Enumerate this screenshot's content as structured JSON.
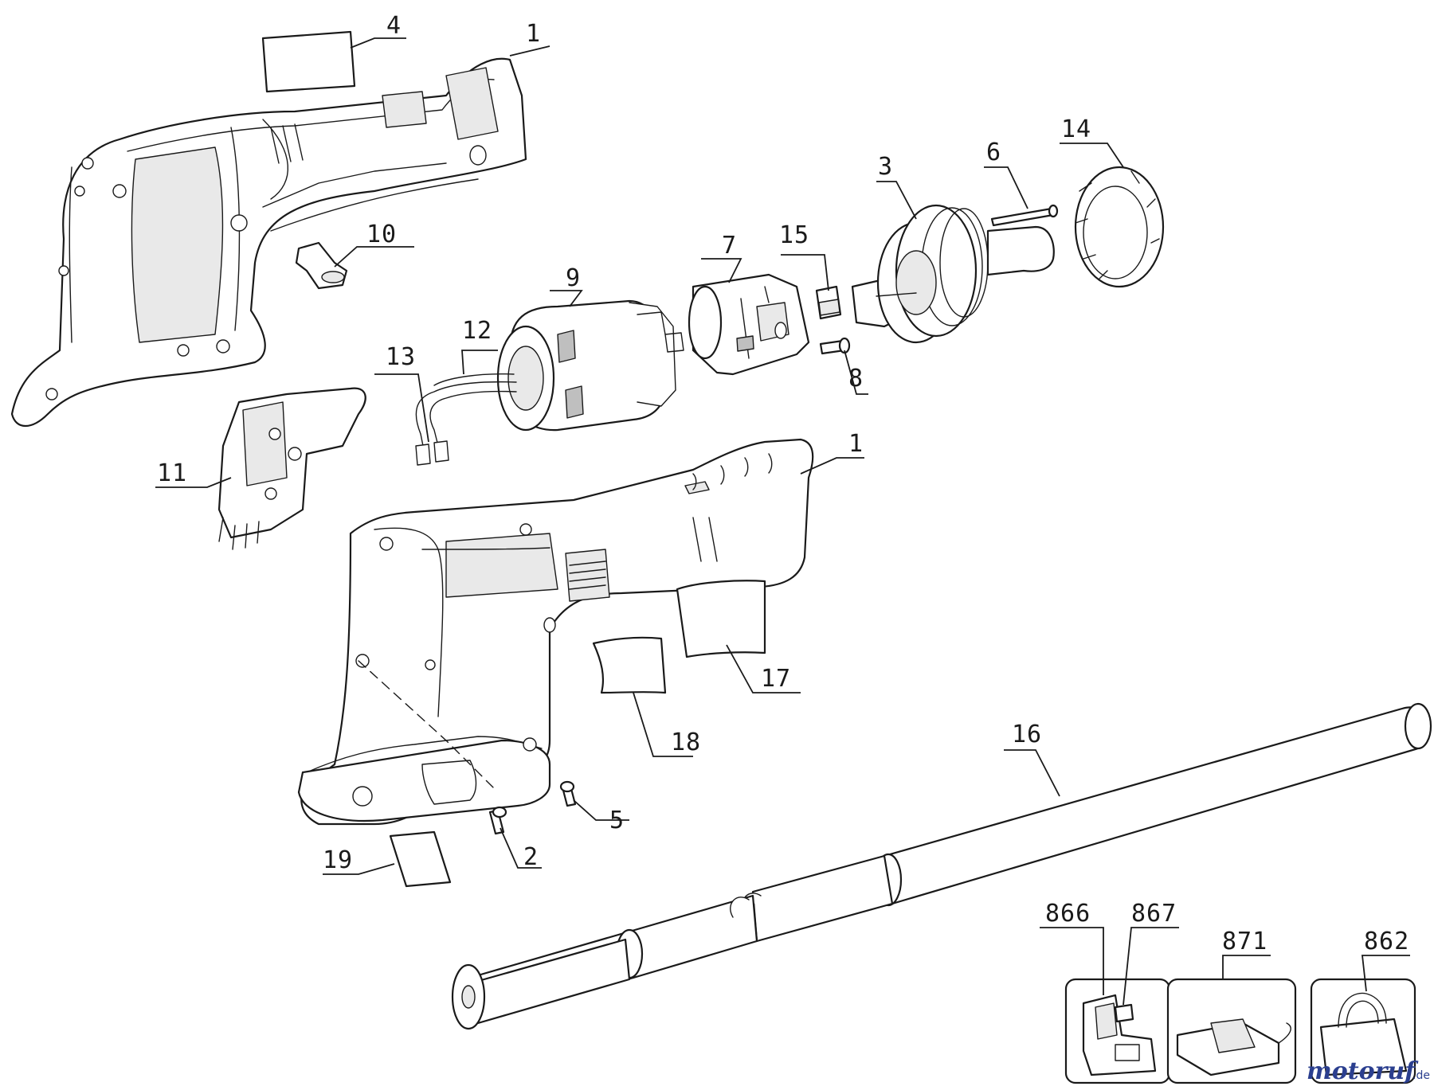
{
  "callouts": [
    {
      "id": "c1a",
      "label": "1"
    },
    {
      "id": "c4",
      "label": "4"
    },
    {
      "id": "c10",
      "label": "10"
    },
    {
      "id": "c9",
      "label": "9"
    },
    {
      "id": "c12",
      "label": "12"
    },
    {
      "id": "c13",
      "label": "13"
    },
    {
      "id": "c11",
      "label": "11"
    },
    {
      "id": "c7",
      "label": "7"
    },
    {
      "id": "c15",
      "label": "15"
    },
    {
      "id": "c8",
      "label": "8"
    },
    {
      "id": "c3",
      "label": "3"
    },
    {
      "id": "c6",
      "label": "6"
    },
    {
      "id": "c14",
      "label": "14"
    },
    {
      "id": "c1b",
      "label": "1"
    },
    {
      "id": "c17",
      "label": "17"
    },
    {
      "id": "c18",
      "label": "18"
    },
    {
      "id": "c16",
      "label": "16"
    },
    {
      "id": "c5",
      "label": "5"
    },
    {
      "id": "c2",
      "label": "2"
    },
    {
      "id": "c19",
      "label": "19"
    },
    {
      "id": "c866",
      "label": "866"
    },
    {
      "id": "c867",
      "label": "867"
    },
    {
      "id": "c871",
      "label": "871"
    },
    {
      "id": "c862",
      "label": "862"
    }
  ],
  "watermark": {
    "brand": "motoruf",
    "suffix": ".de"
  },
  "colors": {
    "line": "#1a1a1a",
    "watermark_blue": "#2b3f8f",
    "watermark_orange": "#e07a1f"
  }
}
